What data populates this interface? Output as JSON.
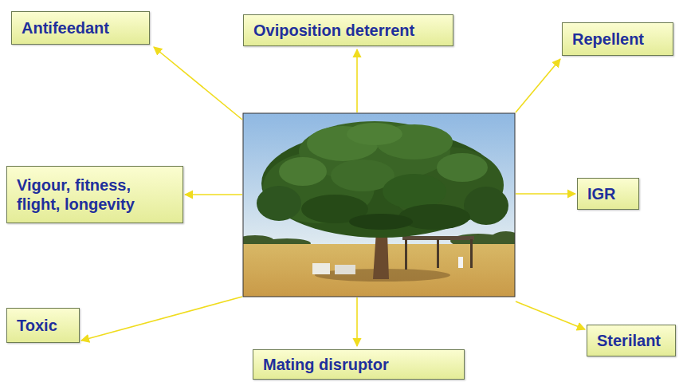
{
  "diagram": {
    "nodes": [
      {
        "text": [
          "Antifeedant"
        ]
      },
      {
        "text": [
          "Oviposition deterrent"
        ]
      },
      {
        "text": [
          "Repellent"
        ]
      },
      {
        "text": [
          "Vigour, fitness, flight, longevity"
        ]
      },
      {
        "text": [
          "IGR"
        ]
      },
      {
        "text": [
          "Toxic"
        ]
      },
      {
        "text": [
          "Mating disruptor"
        ]
      },
      {
        "text": [
          "Sterilant"
        ]
      }
    ]
  }
}
